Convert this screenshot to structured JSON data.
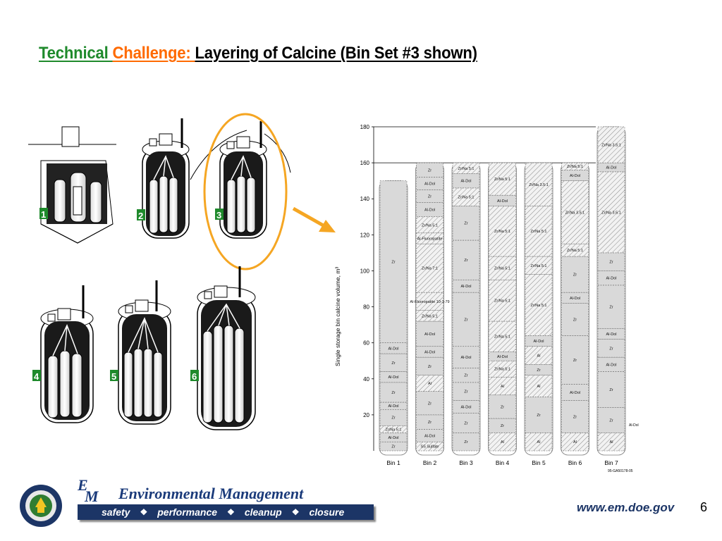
{
  "title": {
    "part1": "Technical ",
    "part2": "Challenge: ",
    "part3": "Layering of Calcine (Bin Set #3 shown)"
  },
  "bin_illustrations": [
    {
      "label": "1"
    },
    {
      "label": "2"
    },
    {
      "label": "3"
    },
    {
      "label": "4"
    },
    {
      "label": "5"
    },
    {
      "label": "6"
    }
  ],
  "colors": {
    "green": "#1f8a2c",
    "orange": "#ff6a00",
    "navy": "#1c3566",
    "highlight": "#f5a623"
  },
  "chart_data": {
    "type": "diagram",
    "ylabel": "Single storage bin calcine volume, m³",
    "ylim": [
      0,
      180
    ],
    "yticks": [
      "20",
      "40",
      "60",
      "80",
      "100",
      "120",
      "140",
      "160",
      "180"
    ],
    "bins": [
      {
        "name": "Bin 1",
        "top": 150,
        "layers": [
          {
            "label": "Zr",
            "from": 0,
            "to": 5
          },
          {
            "label": "Al-Dol",
            "from": 5,
            "to": 10
          },
          {
            "label": "Zr/Na 5:1",
            "from": 10,
            "to": 14
          },
          {
            "label": "Zr",
            "from": 14,
            "to": 23
          },
          {
            "label": "Al-Dol",
            "from": 23,
            "to": 27
          },
          {
            "label": "Zr",
            "from": 27,
            "to": 38
          },
          {
            "label": "Al-Dol",
            "from": 38,
            "to": 44
          },
          {
            "label": "Zr",
            "from": 44,
            "to": 54
          },
          {
            "label": "Al-Dol",
            "from": 54,
            "to": 60
          },
          {
            "label": "Zr",
            "from": 60,
            "to": 150
          }
        ]
      },
      {
        "name": "Bin 2",
        "top": 160,
        "layers": [
          {
            "label": "SS Sulfate",
            "from": 0,
            "to": 5
          },
          {
            "label": "Al-Dol",
            "from": 5,
            "to": 12
          },
          {
            "label": "Zr",
            "from": 12,
            "to": 20
          },
          {
            "label": "Zr",
            "from": 20,
            "to": 33
          },
          {
            "label": "Al",
            "from": 33,
            "to": 42
          },
          {
            "label": "Zr",
            "from": 42,
            "to": 52
          },
          {
            "label": "Al-Dol",
            "from": 52,
            "to": 58
          },
          {
            "label": "Al-Dol",
            "from": 58,
            "to": 72
          },
          {
            "label": "Zr/Na 5:1",
            "from": 72,
            "to": 78
          },
          {
            "label": "Al-Fluoropatite 10-1-79",
            "from": 78,
            "to": 88
          },
          {
            "label": "Zr/Na 7:1",
            "from": 88,
            "to": 115
          },
          {
            "label": "Al-Fluoropatite",
            "from": 115,
            "to": 121
          },
          {
            "label": "Zr/Na 5:1",
            "from": 121,
            "to": 130
          },
          {
            "label": "Al-Dol",
            "from": 130,
            "to": 138
          },
          {
            "label": "Zr",
            "from": 138,
            "to": 145
          },
          {
            "label": "Al-Dol",
            "from": 145,
            "to": 152
          },
          {
            "label": "Zr",
            "from": 152,
            "to": 160
          }
        ]
      },
      {
        "name": "Bin 3",
        "top": 160,
        "layers": [
          {
            "label": "Zr",
            "from": 0,
            "to": 10
          },
          {
            "label": "Zr",
            "from": 10,
            "to": 21
          },
          {
            "label": "Al-Dol",
            "from": 21,
            "to": 28
          },
          {
            "label": "Zr",
            "from": 28,
            "to": 38
          },
          {
            "label": "Zr",
            "from": 38,
            "to": 46
          },
          {
            "label": "Al-Dol",
            "from": 46,
            "to": 58
          },
          {
            "label": "Zr",
            "from": 58,
            "to": 88
          },
          {
            "label": "Al-Dol",
            "from": 88,
            "to": 95
          },
          {
            "label": "Zr",
            "from": 95,
            "to": 117
          },
          {
            "label": "Zr",
            "from": 117,
            "to": 136
          },
          {
            "label": "Zr/Na 5:1",
            "from": 136,
            "to": 146
          },
          {
            "label": "Al-Dol",
            "from": 146,
            "to": 154
          },
          {
            "label": "Zr/Na 5:1",
            "from": 154,
            "to": 160
          }
        ]
      },
      {
        "name": "Bin 4",
        "top": 160,
        "layers": [
          {
            "label": "Al",
            "from": 0,
            "to": 10
          },
          {
            "label": "Zr",
            "from": 10,
            "to": 18
          },
          {
            "label": "Zr",
            "from": 18,
            "to": 31
          },
          {
            "label": "Al",
            "from": 31,
            "to": 41
          },
          {
            "label": "Zr/Na 5:1",
            "from": 41,
            "to": 50
          },
          {
            "label": "Al-Dol",
            "from": 50,
            "to": 55
          },
          {
            "label": "Zr/Na 5:1",
            "from": 55,
            "to": 72
          },
          {
            "label": "Zr/Na 5:1",
            "from": 72,
            "to": 95
          },
          {
            "label": "Zr/Na 5:1",
            "from": 95,
            "to": 108
          },
          {
            "label": "Zr/Na 5:1",
            "from": 108,
            "to": 136
          },
          {
            "label": "Al-Dol",
            "from": 136,
            "to": 142
          },
          {
            "label": "Zr/Na 5:1",
            "from": 142,
            "to": 160
          }
        ]
      },
      {
        "name": "Bin 5",
        "top": 160,
        "layers": [
          {
            "label": "Al",
            "from": 0,
            "to": 10
          },
          {
            "label": "Zr",
            "from": 10,
            "to": 30
          },
          {
            "label": "Al",
            "from": 30,
            "to": 42
          },
          {
            "label": "Zr",
            "from": 42,
            "to": 48
          },
          {
            "label": "Al",
            "from": 48,
            "to": 58
          },
          {
            "label": "Al-Dol",
            "from": 58,
            "to": 64
          },
          {
            "label": "Zr/Na 5:1",
            "from": 64,
            "to": 98
          },
          {
            "label": "Zr/Na 5:1",
            "from": 98,
            "to": 108
          },
          {
            "label": "Zr/Na 5:1",
            "from": 108,
            "to": 136
          },
          {
            "label": "Zr/Na 3.5:1",
            "from": 136,
            "to": 160
          }
        ]
      },
      {
        "name": "Bin 6",
        "top": 160,
        "layers": [
          {
            "label": "Al",
            "from": 0,
            "to": 10
          },
          {
            "label": "Zr",
            "from": 10,
            "to": 28
          },
          {
            "label": "Al-Dol",
            "from": 28,
            "to": 37
          },
          {
            "label": "Zr",
            "from": 37,
            "to": 64
          },
          {
            "label": "Zr",
            "from": 64,
            "to": 82
          },
          {
            "label": "Al-Dol",
            "from": 82,
            "to": 88
          },
          {
            "label": "Zr",
            "from": 88,
            "to": 108
          },
          {
            "label": "Zr/Na 5:1",
            "from": 108,
            "to": 115
          },
          {
            "label": "Zr/Na 3.5:1",
            "from": 115,
            "to": 150
          },
          {
            "label": "Al-Dol",
            "from": 150,
            "to": 156
          },
          {
            "label": "Zr/Na 5:1",
            "from": 156,
            "to": 160
          }
        ]
      },
      {
        "name": "Bin 7",
        "top": 180,
        "layers": [
          {
            "label": "Al",
            "from": 0,
            "to": 10
          },
          {
            "label": "Zr",
            "from": 10,
            "to": 24
          },
          {
            "label": "Zr",
            "from": 24,
            "to": 44
          },
          {
            "label": "Al-Dol",
            "from": 44,
            "to": 52
          },
          {
            "label": "Zr",
            "from": 52,
            "to": 62
          },
          {
            "label": "Al-Dol",
            "from": 62,
            "to": 68
          },
          {
            "label": "Zr",
            "from": 68,
            "to": 92
          },
          {
            "label": "Al-Dol",
            "from": 92,
            "to": 100
          },
          {
            "label": "Zr",
            "from": 100,
            "to": 110
          },
          {
            "label": "Zr/Na 3.5:1",
            "from": 110,
            "to": 155
          },
          {
            "label": "Al-Dol",
            "from": 155,
            "to": 160
          },
          {
            "label": "Zr/Na 3.5:1",
            "from": 160,
            "to": 180
          }
        ]
      }
    ],
    "annotations": [
      "Al-Dol",
      "95-GA50178-05"
    ]
  },
  "footer": {
    "em_e": "E",
    "em_m": "M",
    "org_name": "Environmental Management",
    "tagline": [
      "safety",
      "performance",
      "cleanup",
      "closure"
    ],
    "separator": "❖",
    "website": "www.em.doe.gov",
    "page_number": "6"
  }
}
